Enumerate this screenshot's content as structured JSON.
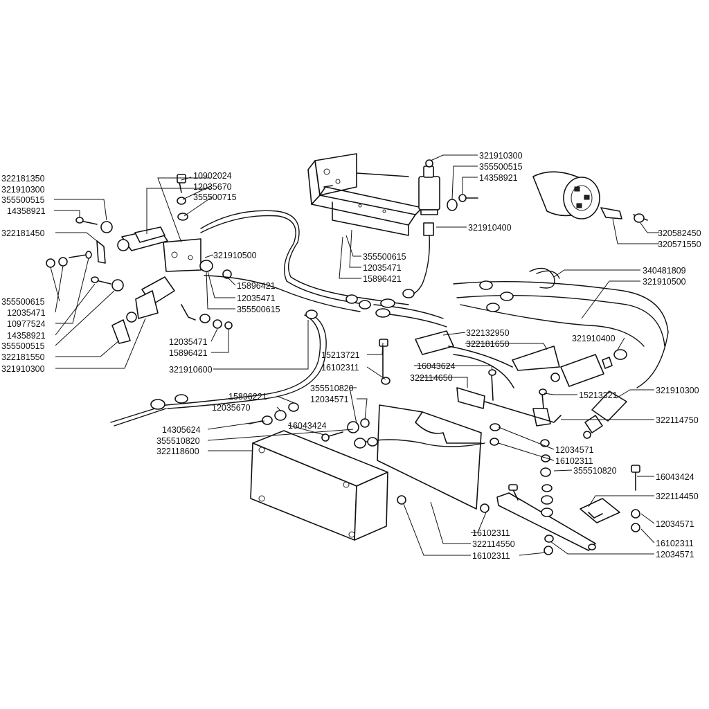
{
  "callouts": [
    {
      "id": "c1",
      "text": "322181350"
    },
    {
      "id": "c2",
      "text": "321910300"
    },
    {
      "id": "c3",
      "text": "355500515"
    },
    {
      "id": "c4",
      "text": "14358921"
    },
    {
      "id": "c5",
      "text": "322181450"
    },
    {
      "id": "c6",
      "text": "355500615"
    },
    {
      "id": "c7",
      "text": "12035471"
    },
    {
      "id": "c8",
      "text": "10977524"
    },
    {
      "id": "c9",
      "text": "14358921"
    },
    {
      "id": "c10",
      "text": "355500515"
    },
    {
      "id": "c11",
      "text": "322181550"
    },
    {
      "id": "c12",
      "text": "321910300"
    },
    {
      "id": "c13",
      "text": "10902024"
    },
    {
      "id": "c14",
      "text": "12035670"
    },
    {
      "id": "c15",
      "text": "355500715"
    },
    {
      "id": "c16",
      "text": "321910500"
    },
    {
      "id": "c17",
      "text": "15896421"
    },
    {
      "id": "c18",
      "text": "12035471"
    },
    {
      "id": "c19",
      "text": "355500615"
    },
    {
      "id": "c20",
      "text": "12035471"
    },
    {
      "id": "c21",
      "text": "15896421"
    },
    {
      "id": "c22",
      "text": "321910600"
    },
    {
      "id": "c23",
      "text": "321910300"
    },
    {
      "id": "c24",
      "text": "355500515"
    },
    {
      "id": "c25",
      "text": "14358921"
    },
    {
      "id": "c26",
      "text": "321910400"
    },
    {
      "id": "c27",
      "text": "355500615"
    },
    {
      "id": "c28",
      "text": "12035471"
    },
    {
      "id": "c29",
      "text": "15896421"
    },
    {
      "id": "c30",
      "text": "320582450"
    },
    {
      "id": "c31",
      "text": "320571550"
    },
    {
      "id": "c32",
      "text": "340481809"
    },
    {
      "id": "c33",
      "text": "321910500"
    },
    {
      "id": "c34",
      "text": "322132950"
    },
    {
      "id": "c35",
      "text": "322181650"
    },
    {
      "id": "c36",
      "text": "321910400"
    },
    {
      "id": "c37",
      "text": "15213721"
    },
    {
      "id": "c38",
      "text": "16102311"
    },
    {
      "id": "c39",
      "text": "16043624"
    },
    {
      "id": "c40",
      "text": "322114650"
    },
    {
      "id": "c41",
      "text": "321910300"
    },
    {
      "id": "c42",
      "text": "15213321"
    },
    {
      "id": "c43",
      "text": "322114750"
    },
    {
      "id": "c44",
      "text": "355510820"
    },
    {
      "id": "c45",
      "text": "12034571"
    },
    {
      "id": "c46",
      "text": "15896221"
    },
    {
      "id": "c47",
      "text": "12035670"
    },
    {
      "id": "c48",
      "text": "14305624"
    },
    {
      "id": "c49",
      "text": "16043424"
    },
    {
      "id": "c50",
      "text": "355510820"
    },
    {
      "id": "c51",
      "text": "322118600"
    },
    {
      "id": "c52",
      "text": "12034571"
    },
    {
      "id": "c53",
      "text": "16102311"
    },
    {
      "id": "c54",
      "text": "355510820"
    },
    {
      "id": "c55",
      "text": "16043424"
    },
    {
      "id": "c56",
      "text": "322114450"
    },
    {
      "id": "c57",
      "text": "12034571"
    },
    {
      "id": "c58",
      "text": "16102311"
    },
    {
      "id": "c59",
      "text": "12034571"
    },
    {
      "id": "c60",
      "text": "16102311"
    },
    {
      "id": "c61",
      "text": "322114550"
    },
    {
      "id": "c62",
      "text": "16102311"
    }
  ]
}
